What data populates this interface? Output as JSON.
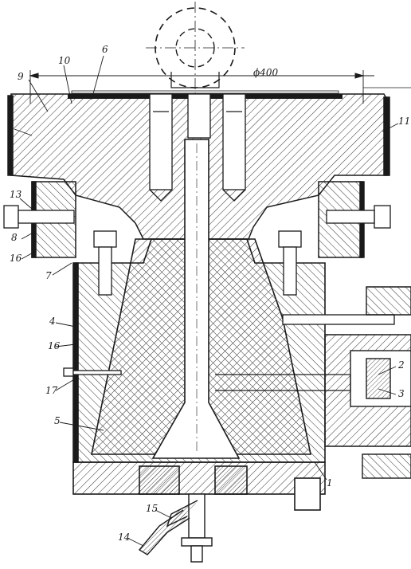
{
  "diagram": {
    "dimension": "ϕ400",
    "labels": [
      {
        "id": "1",
        "text": "1"
      },
      {
        "id": "2",
        "text": "2"
      },
      {
        "id": "3",
        "text": "3"
      },
      {
        "id": "4",
        "text": "4"
      },
      {
        "id": "5",
        "text": "5"
      },
      {
        "id": "6",
        "text": "6"
      },
      {
        "id": "7",
        "text": "7"
      },
      {
        "id": "8",
        "text": "8"
      },
      {
        "id": "9",
        "text": "9"
      },
      {
        "id": "10",
        "text": "10"
      },
      {
        "id": "11",
        "text": "11"
      },
      {
        "id": "13",
        "text": "13"
      },
      {
        "id": "14",
        "text": "14"
      },
      {
        "id": "15",
        "text": "15"
      },
      {
        "id": "16a",
        "text": "16"
      },
      {
        "id": "16b",
        "text": "16"
      },
      {
        "id": "17",
        "text": "17"
      }
    ]
  },
  "colors": {
    "ink": "#1a1a1a",
    "paper": "#ffffff"
  }
}
